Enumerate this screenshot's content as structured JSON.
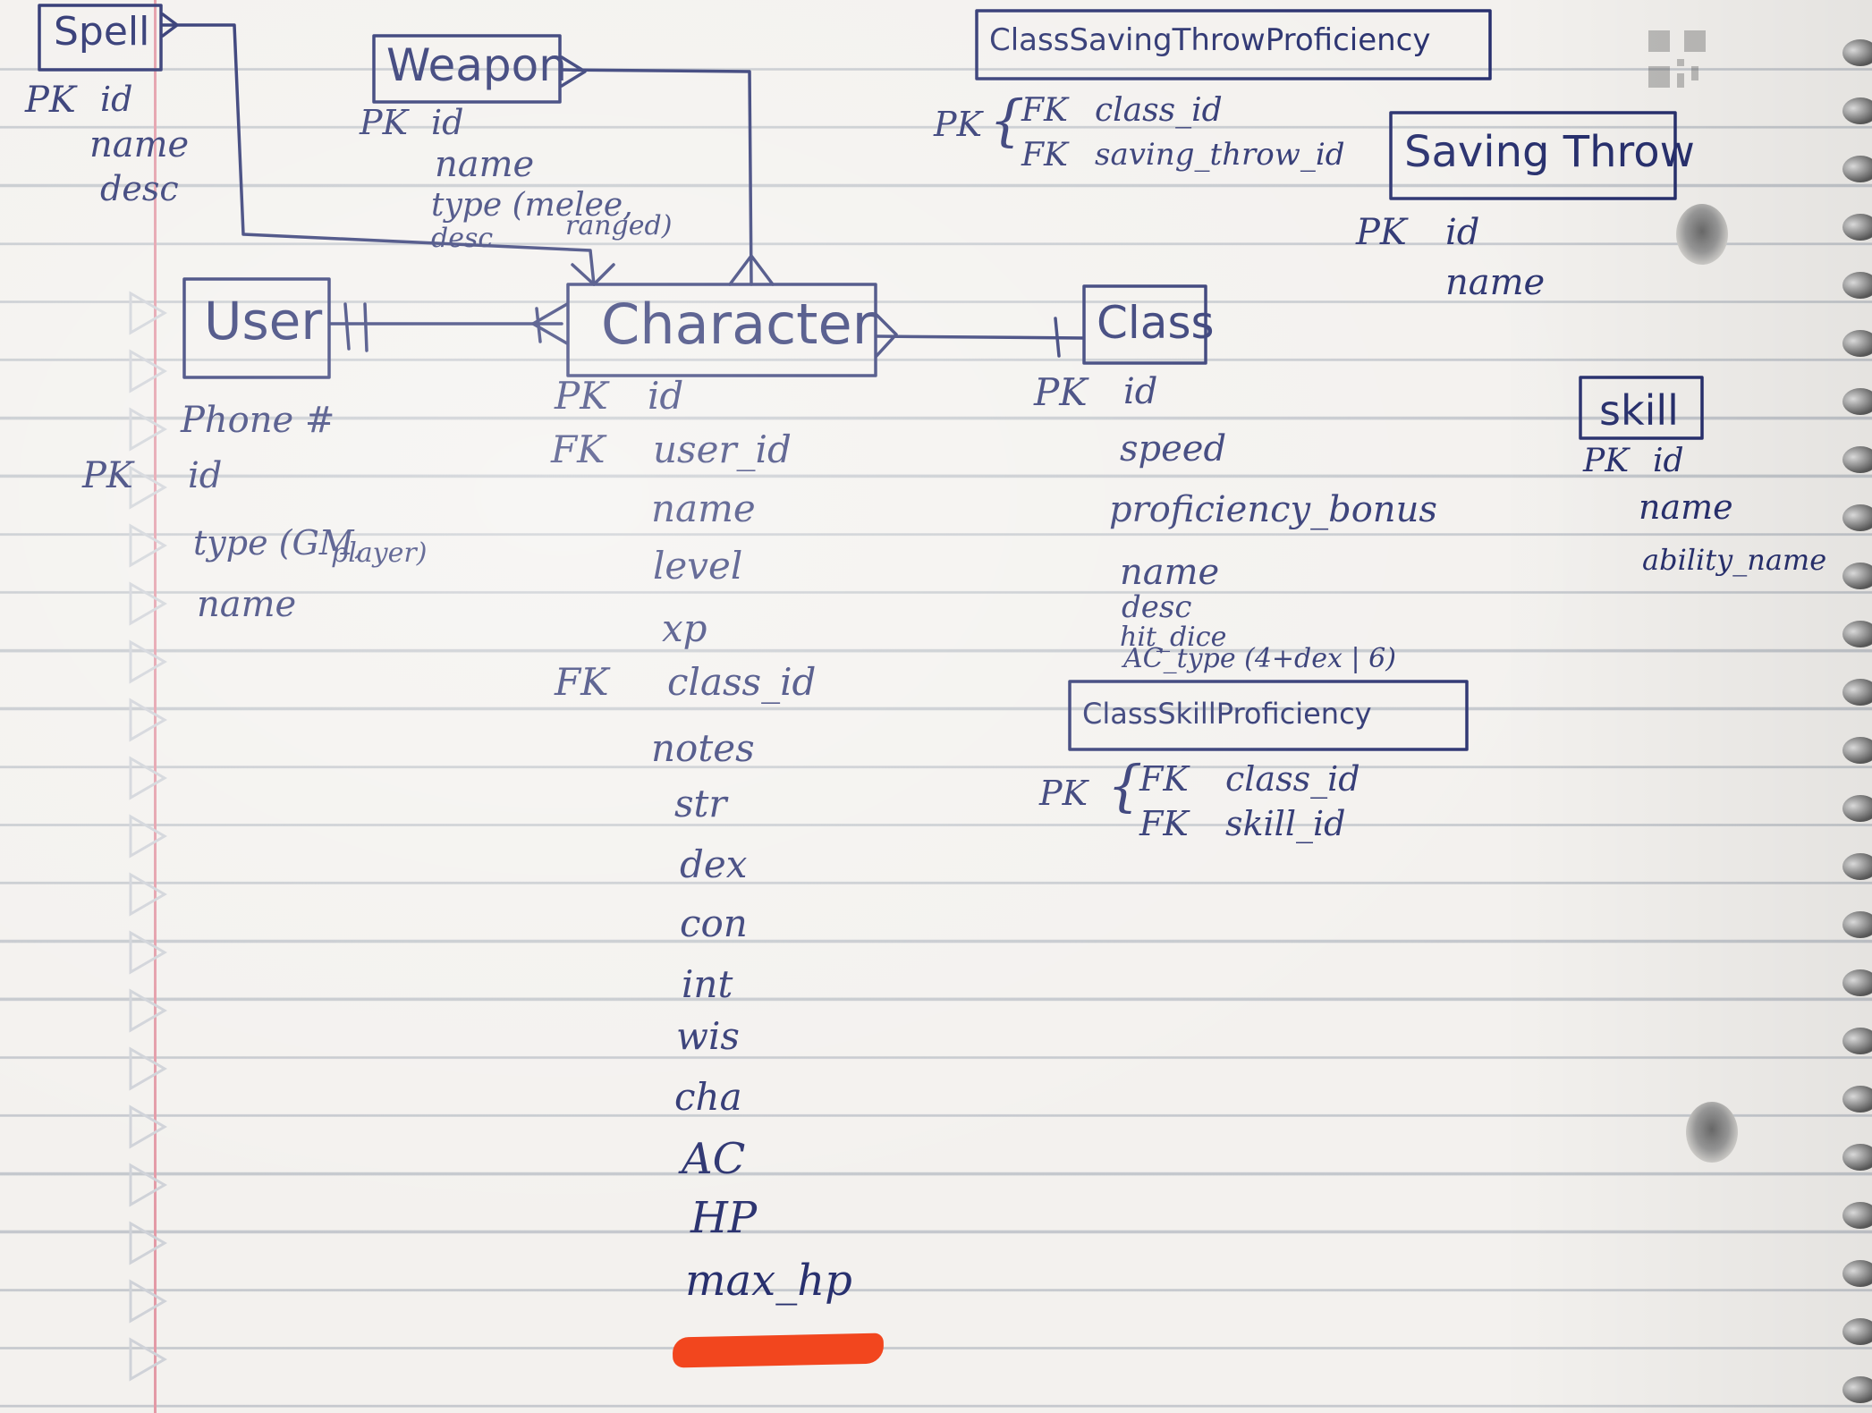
{
  "entities": {
    "spell": {
      "title": "Spell",
      "pk": "PK",
      "attrs": [
        "id",
        "name",
        "desc"
      ]
    },
    "weapon": {
      "title": "Weapon",
      "pk": "PK",
      "attrs": [
        "id",
        "name",
        "type (melee,",
        "ranged)",
        "desc"
      ]
    },
    "user": {
      "title": "User",
      "pk": "PK",
      "phone": "Phone #",
      "attrs": [
        "id",
        "type (GM,",
        "player)",
        "name"
      ]
    },
    "character": {
      "title": "Character",
      "pk": "PK",
      "fk": "FK",
      "fk2": "FK",
      "attrs": [
        "id",
        "user_id",
        "name",
        "level",
        "xp",
        "class_id",
        "notes",
        "str",
        "dex",
        "con",
        "int",
        "wis",
        "cha",
        "AC",
        "HP",
        "max_hp"
      ]
    },
    "class": {
      "title": "Class",
      "pk": "PK",
      "attrs": [
        "id",
        "speed",
        "proficiency_bonus",
        "name",
        "desc",
        "hit_dice",
        "AC_type (4+dex | 6)"
      ]
    },
    "class_saving_throw_proficiency": {
      "title": "ClassSavingThrowProficiency",
      "pk": "PK",
      "brace": "{",
      "fk": "FK",
      "attrs": [
        "class_id",
        "saving_throw_id"
      ]
    },
    "saving_throw": {
      "title": "Saving Throw",
      "pk": "PK",
      "attrs": [
        "id",
        "name"
      ]
    },
    "skill": {
      "title": "skill",
      "pk": "PK",
      "attrs": [
        "id",
        "name",
        "ability_name"
      ]
    },
    "class_skill_proficiency": {
      "title": "ClassSkillProficiency",
      "pk": "PK",
      "brace": "{",
      "fk": "FK",
      "attrs": [
        "class_id",
        "skill_id"
      ]
    }
  },
  "colors": {
    "ink": "#28306e",
    "margin": "#e39aa6",
    "highlight": "#f2461e",
    "paper": "#f3f1ee"
  }
}
